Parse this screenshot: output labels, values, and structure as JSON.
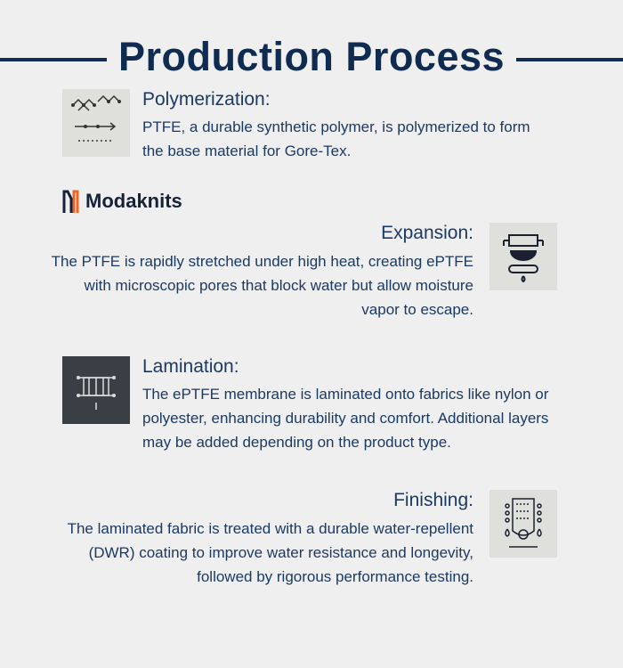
{
  "title": "Production Process",
  "brand": {
    "name": "Modaknits",
    "accent": "#e8682a"
  },
  "steps": [
    {
      "heading": "Polymerization:",
      "body": "PTFE, a durable synthetic polymer, is polymerized to form the base material for Gore-Tex.",
      "icon": "polymer-chain-icon"
    },
    {
      "heading": "Expansion:",
      "body": "The PTFE is rapidly stretched under high heat, creating ePTFE with microscopic pores that block water but allow moisture vapor to escape.",
      "icon": "expansion-machine-icon"
    },
    {
      "heading": "Lamination:",
      "body": "The ePTFE membrane is laminated onto fabrics like nylon or polyester, enhancing durability and comfort. Additional layers may be added depending on the product type.",
      "icon": "lamination-layers-icon"
    },
    {
      "heading": "Finishing:",
      "body": "The laminated fabric is treated with a durable water-repellent (DWR) coating to improve water resistance and longevity, followed by rigorous performance testing.",
      "icon": "water-drops-icon"
    }
  ]
}
